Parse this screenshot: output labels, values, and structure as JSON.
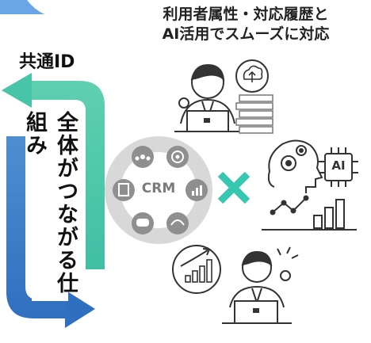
{
  "caption_line1": "利用者属性・対応履歴と",
  "caption_line2": "AI活用でスムーズに対応",
  "shared_id_label": "共通ID",
  "vertical_label": "全体がつながる仕組み",
  "crm_label": "CRM",
  "ai_label": "AI",
  "colors": {
    "arrow_top": "#4cc8a6",
    "arrow_bottom": "#3a80c8",
    "cross": "#35c7b0",
    "crm_gray": "#8f8f8f",
    "ink": "#333333"
  },
  "icons": [
    "users-icon",
    "target-icon",
    "document-icon",
    "bar-chart-icon",
    "chat-icon",
    "support-24h-icon",
    "gears-icon",
    "ai-chip-icon",
    "trend-chart-icon",
    "cloud-upload-icon"
  ]
}
